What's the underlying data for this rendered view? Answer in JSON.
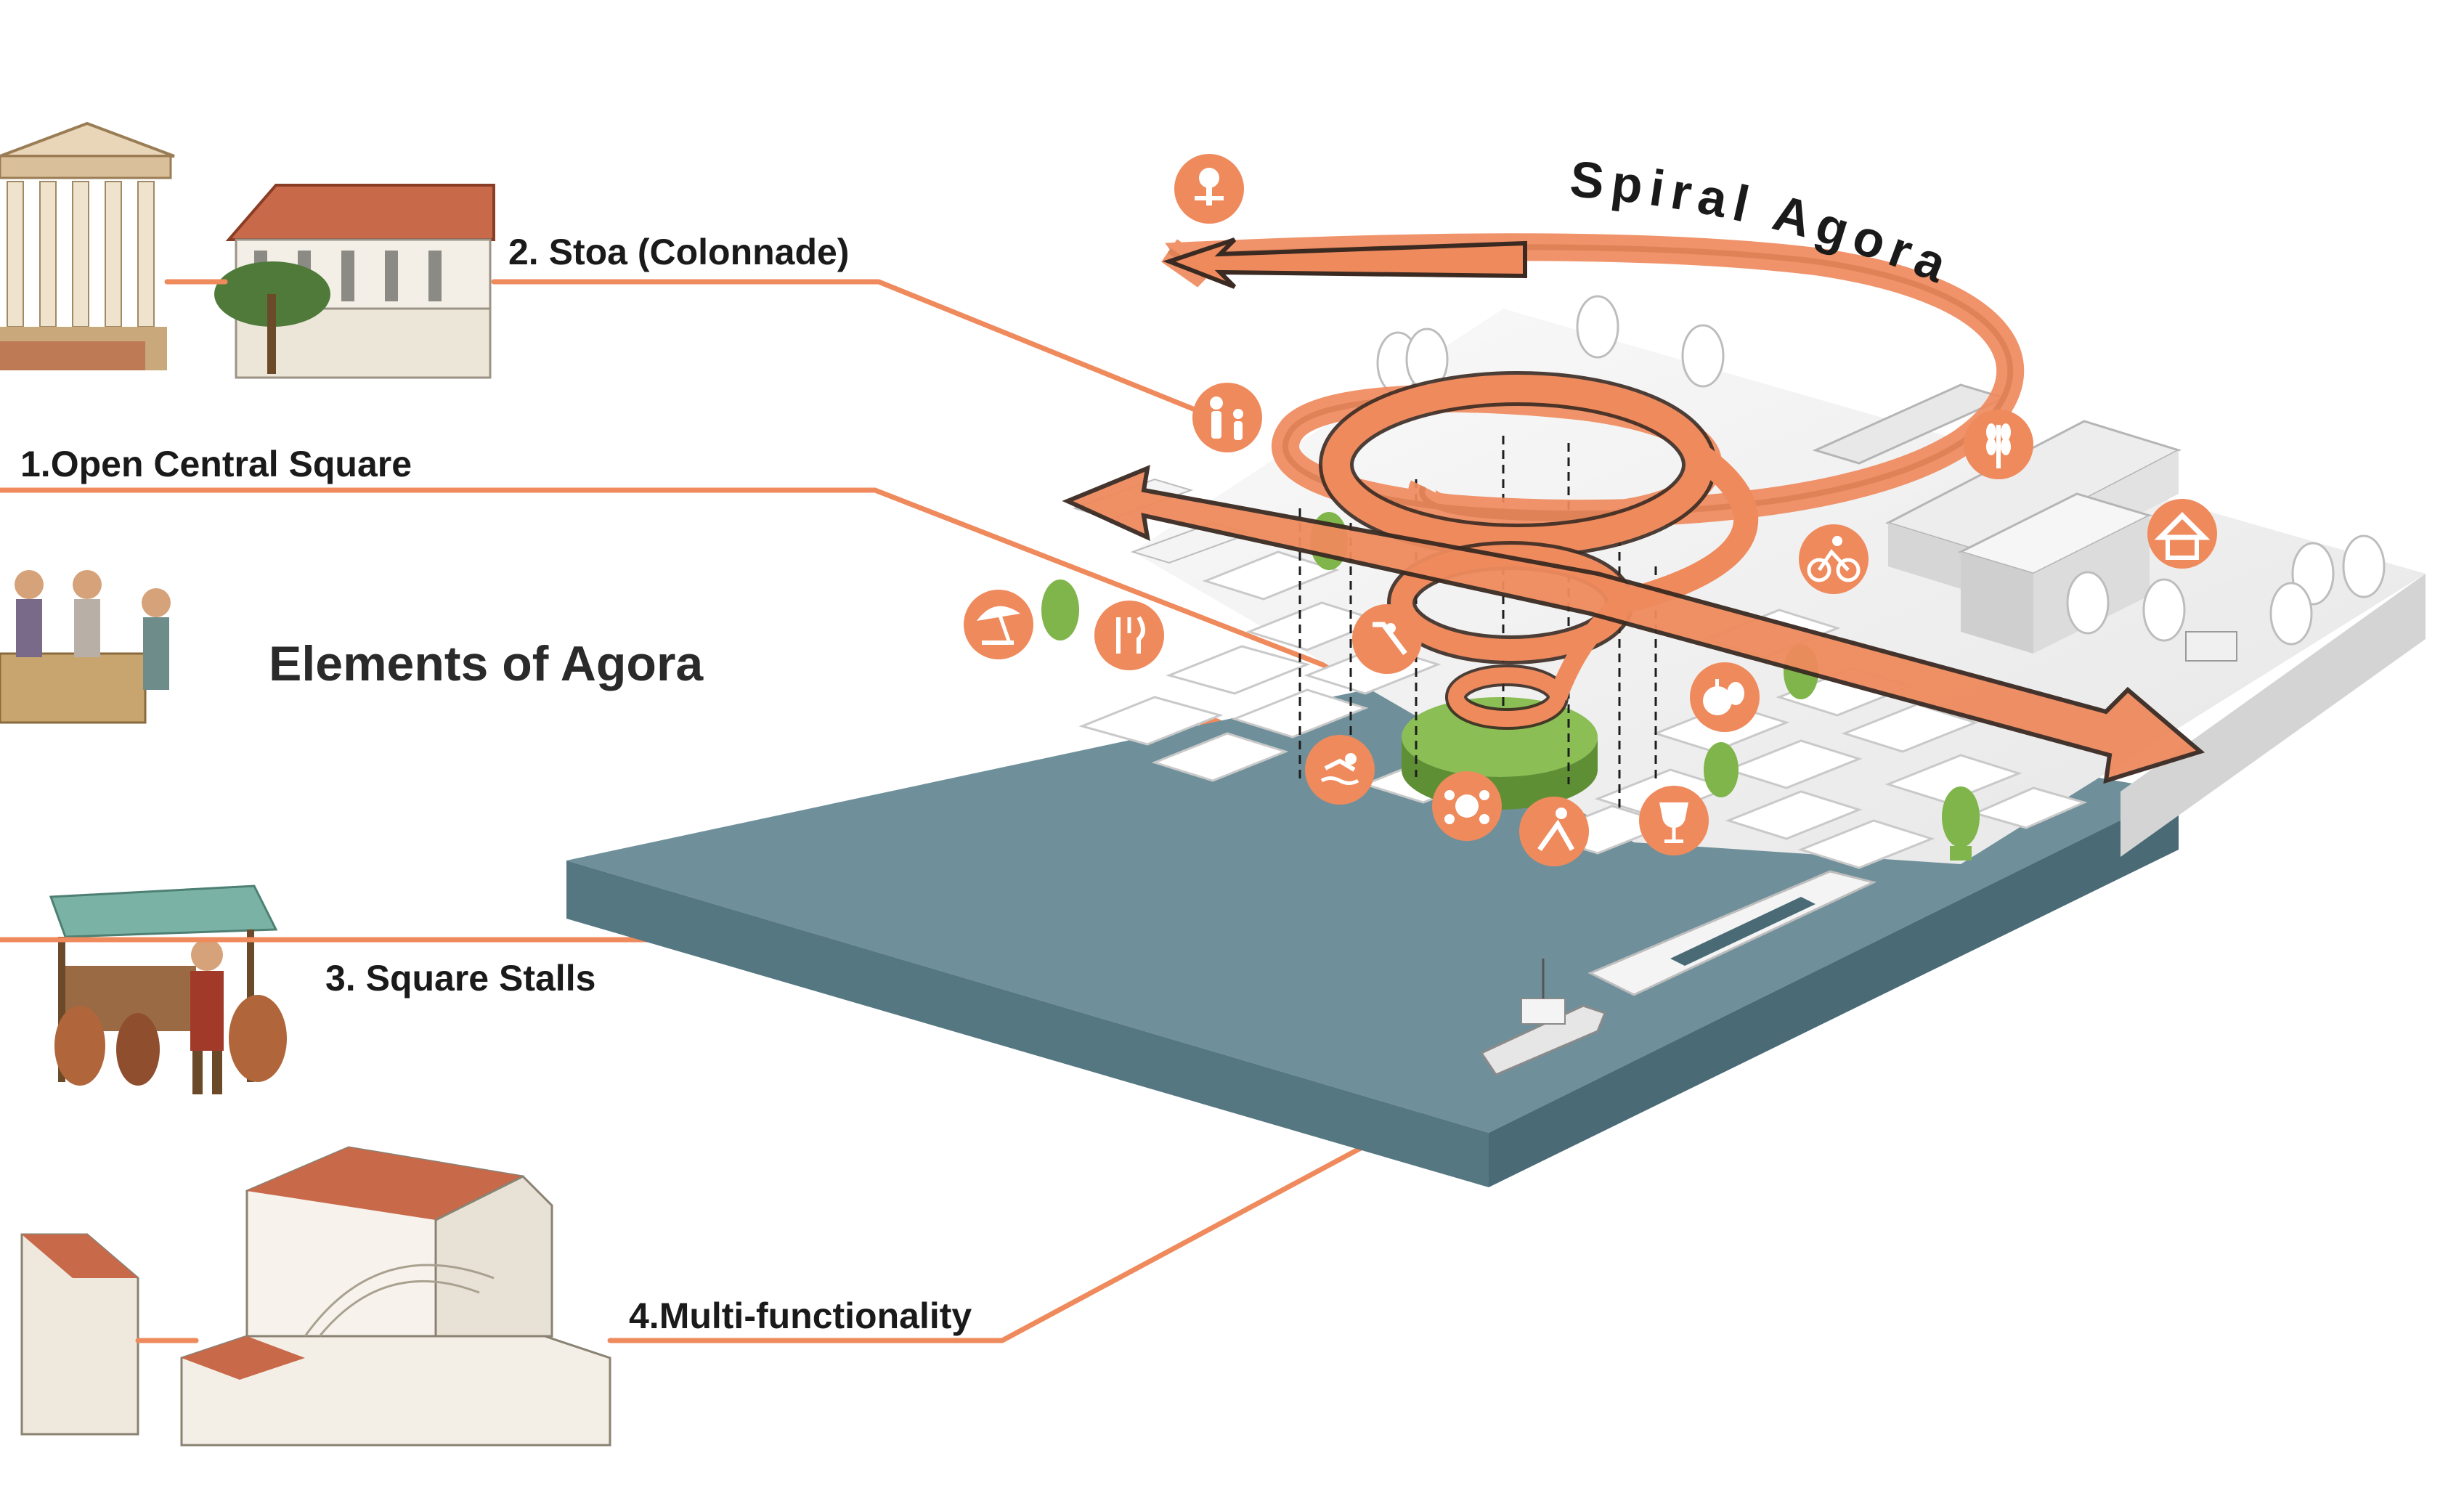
{
  "title": "Spiral Agora",
  "heading": "Elements of Agora",
  "elements": [
    {
      "label": "2. Stoa (Colonnade)"
    },
    {
      "label": "1.Open Central Square"
    },
    {
      "label": "3. Square Stalls"
    },
    {
      "label": "4.Multi-functionality"
    }
  ],
  "icons": [
    "tree-bench-icon",
    "family-icon",
    "wheat-icon",
    "house-icon",
    "cycling-icon",
    "beach-umbrella-icon",
    "restaurant-icon",
    "slide-icon",
    "fruit-icon",
    "swimming-icon",
    "gathering-icon",
    "yoga-icon",
    "wine-icon"
  ],
  "colors": {
    "accent": "#ef8a5d",
    "accent_dark": "#3a2a22",
    "water": "#6f909a",
    "water_side": "#557782",
    "platform": "#f2f2f2",
    "greenery": "#7fb54a"
  }
}
